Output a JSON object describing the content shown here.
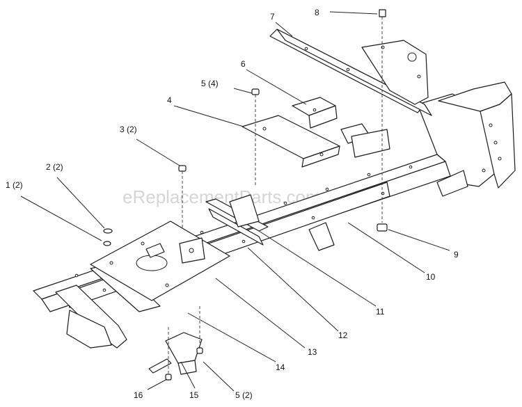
{
  "watermark": "eReplacementParts.com",
  "callouts": [
    {
      "id": "c1",
      "text": "1 (2)"
    },
    {
      "id": "c2",
      "text": "2 (2)"
    },
    {
      "id": "c3",
      "text": "3 (2)"
    },
    {
      "id": "c4",
      "text": "4"
    },
    {
      "id": "c5a",
      "text": "5 (4)"
    },
    {
      "id": "c6",
      "text": "6"
    },
    {
      "id": "c7",
      "text": "7"
    },
    {
      "id": "c8",
      "text": "8"
    },
    {
      "id": "c9",
      "text": "9"
    },
    {
      "id": "c10",
      "text": "10"
    },
    {
      "id": "c11",
      "text": "11"
    },
    {
      "id": "c12",
      "text": "12"
    },
    {
      "id": "c13",
      "text": "13"
    },
    {
      "id": "c14",
      "text": "14"
    },
    {
      "id": "c15",
      "text": "15"
    },
    {
      "id": "c16",
      "text": "16"
    },
    {
      "id": "c5b",
      "text": "5 (2)"
    }
  ]
}
